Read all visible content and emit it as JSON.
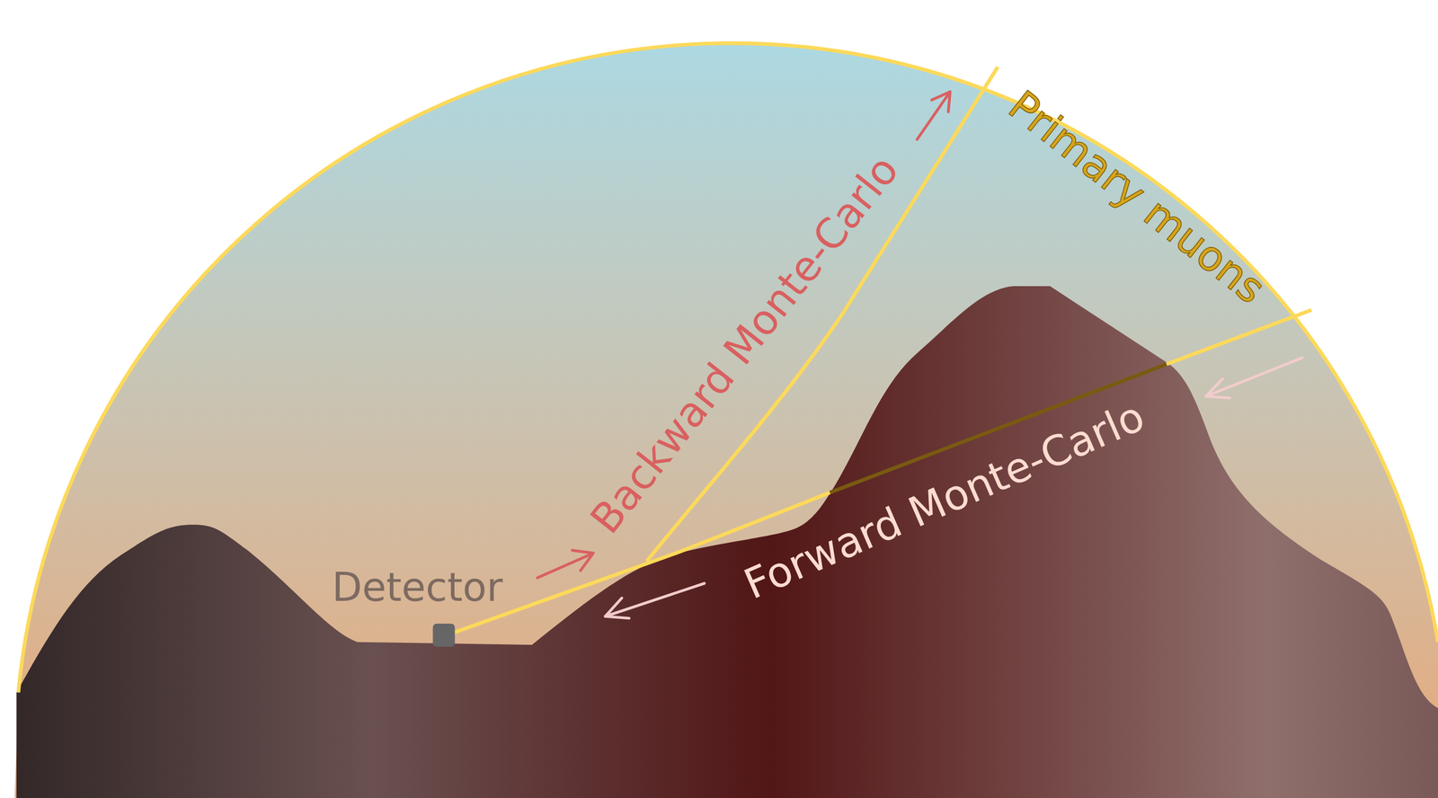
{
  "diagram": {
    "labels": [
      "Primary muons",
      "Backward Monte-Carlo",
      "Forward Monte-Carlo",
      "Detector"
    ]
  }
}
